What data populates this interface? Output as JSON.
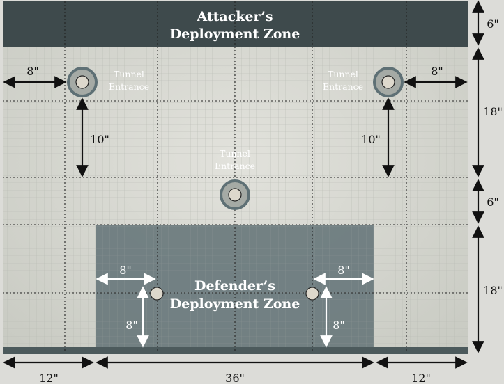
{
  "attacker_zone": {
    "line1": "Attacker’s",
    "line2": "Deployment Zone"
  },
  "defender_zone": {
    "line1": "Defender’s",
    "line2": "Deployment Zone"
  },
  "tunnel_label": {
    "line1": "Tunnel",
    "line2": "Entrance"
  },
  "dimensions": {
    "left_offset": "8\"",
    "right_offset": "8\"",
    "left_vertical": "10\"",
    "right_vertical": "10\"",
    "def_left_horizontal": "8\"",
    "def_right_horizontal": "8\"",
    "def_left_vertical": "8\"",
    "def_right_vertical": "8\"",
    "right_side": [
      "6\"",
      "18\"",
      "6\"",
      "18\""
    ],
    "bottom": [
      "12\"",
      "36\"",
      "12\""
    ]
  },
  "colors": {
    "board": "#d6d8d0",
    "attacker_zone": "#3e4a4c",
    "defender_zone": "#6b7a7d",
    "ring": "#5e7075",
    "marker": "#ddd8cc"
  }
}
